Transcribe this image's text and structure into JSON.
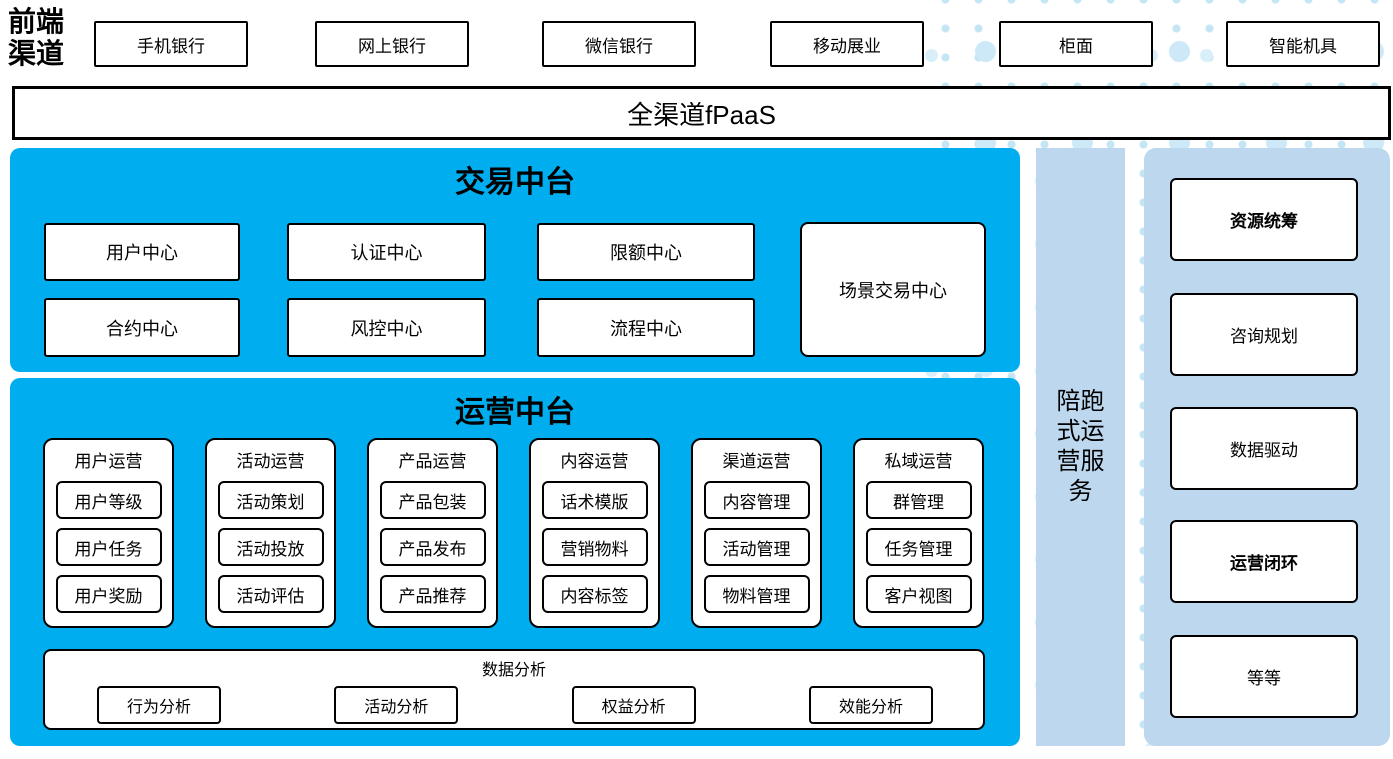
{
  "front_channels": {
    "label": "前端渠道",
    "items": [
      "手机银行",
      "网上银行",
      "微信银行",
      "移动展业",
      "柜面",
      "智能机具"
    ]
  },
  "fpaas": {
    "label": "全渠道fPaaS"
  },
  "trade_platform": {
    "title": "交易中台",
    "row1": [
      "用户中心",
      "认证中心",
      "限额中心"
    ],
    "row2": [
      "合约中心",
      "风控中心",
      "流程中心"
    ],
    "side_box": "场景交易中心"
  },
  "operation_platform": {
    "title": "运营中台",
    "groups": [
      {
        "title": "用户运营",
        "items": [
          "用户等级",
          "用户任务",
          "用户奖励"
        ]
      },
      {
        "title": "活动运营",
        "items": [
          "活动策划",
          "活动投放",
          "活动评估"
        ]
      },
      {
        "title": "产品运营",
        "items": [
          "产品包装",
          "产品发布",
          "产品推荐"
        ]
      },
      {
        "title": "内容运营",
        "items": [
          "话术模版",
          "营销物料",
          "内容标签"
        ]
      },
      {
        "title": "渠道运营",
        "items": [
          "内容管理",
          "活动管理",
          "物料管理"
        ]
      },
      {
        "title": "私域运营",
        "items": [
          "群管理",
          "任务管理",
          "客户视图"
        ]
      }
    ],
    "data_analysis": {
      "title": "数据分析",
      "items": [
        "行为分析",
        "活动分析",
        "权益分析",
        "效能分析"
      ]
    }
  },
  "side_service": {
    "label": "陪跑式运营服务"
  },
  "right_panel": {
    "items": [
      {
        "label": "资源统筹"
      },
      {
        "label": "咨询规划"
      },
      {
        "label": "数据驱动"
      },
      {
        "label": "运营闭环"
      },
      {
        "label": "等等"
      }
    ]
  },
  "colors": {
    "primary_blue": "#00AEEF",
    "light_blue": "#BDD7EE",
    "dot_a": "#CDE9F7",
    "dot_b": "#D8EFFA",
    "dot_c": "#C3E5F4",
    "border": "#000000"
  }
}
